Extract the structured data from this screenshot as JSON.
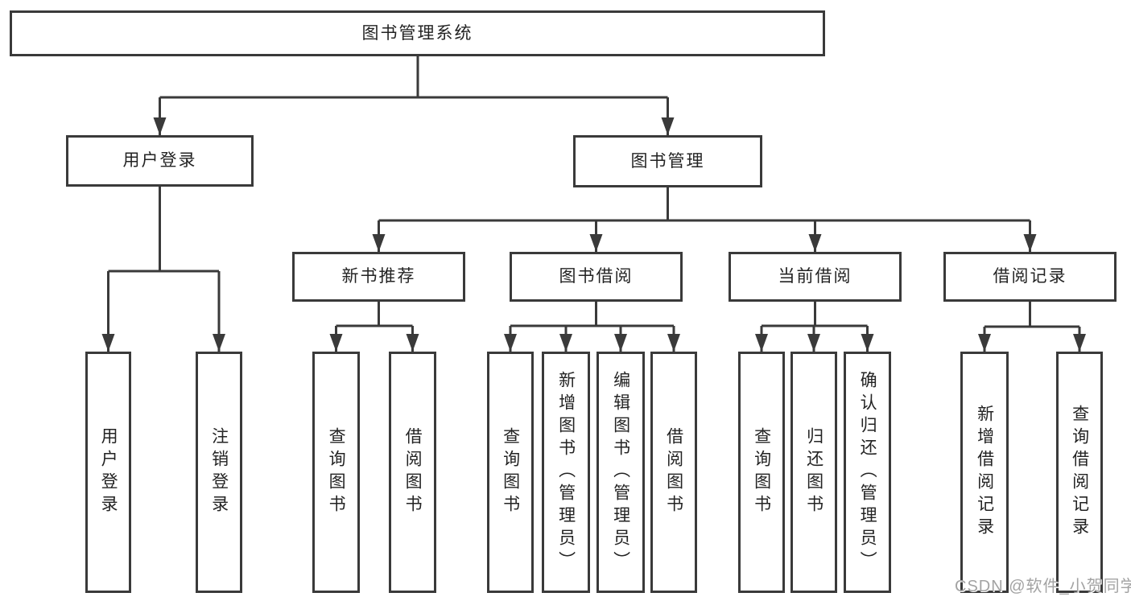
{
  "diagram": {
    "title": "图书管理系统",
    "colors": {
      "line": "#3a3a3a",
      "box_border": "#3a3a3a",
      "box_fill": "#ffffff",
      "text": "#232323",
      "watermark": "#a3a3a3"
    },
    "tree": {
      "root": {
        "label": "图书管理系统"
      },
      "branches": [
        {
          "label": "用户登录",
          "children": [
            {
              "label": "用户登录"
            },
            {
              "label": "注销登录"
            }
          ]
        },
        {
          "label": "图书管理",
          "children": [
            {
              "label": "新书推荐",
              "children": [
                {
                  "label": "查询图书"
                },
                {
                  "label": "借阅图书"
                }
              ]
            },
            {
              "label": "图书借阅",
              "children": [
                {
                  "label": "查询图书"
                },
                {
                  "label": "新增图书（管理员）"
                },
                {
                  "label": "编辑图书（管理员）"
                },
                {
                  "label": "借阅图书"
                }
              ]
            },
            {
              "label": "当前借阅",
              "children": [
                {
                  "label": "查询图书"
                },
                {
                  "label": "归还图书"
                },
                {
                  "label": "确认归还（管理员）"
                }
              ]
            },
            {
              "label": "借阅记录",
              "children": [
                {
                  "label": "新增借阅记录"
                },
                {
                  "label": "查询借阅记录"
                }
              ]
            }
          ]
        }
      ]
    }
  },
  "watermark": {
    "text": "CSDN @软件_小贺同学"
  }
}
